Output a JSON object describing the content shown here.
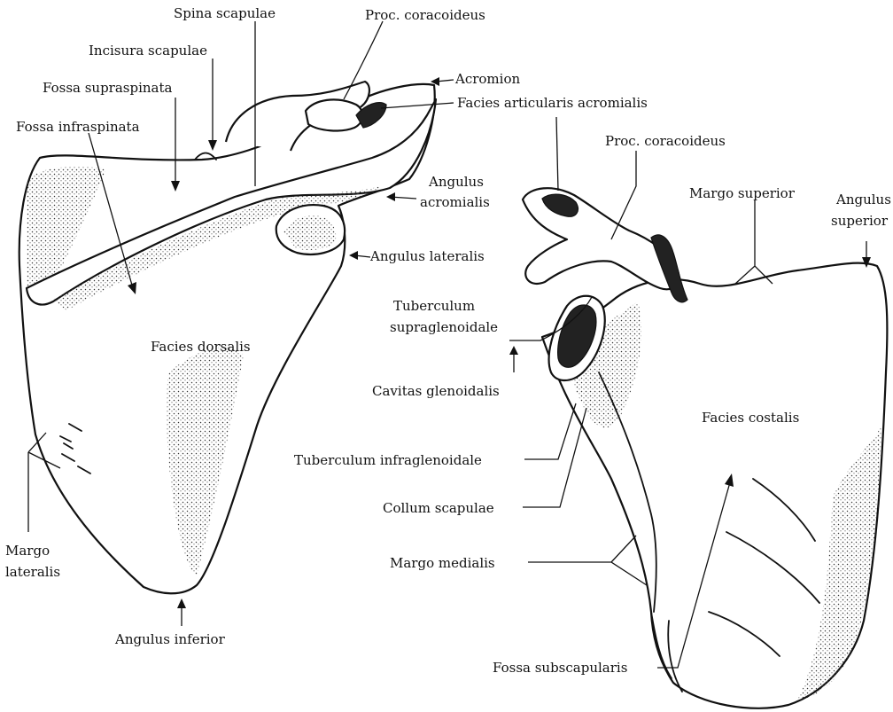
{
  "labels": {
    "spina_scapulae": "Spina scapulae",
    "proc_coracoideus_left": "Proc. coracoideus",
    "incisura_scapulae": "Incisura scapulae",
    "acromion": "Acromion",
    "fossa_supraspinata": "Fossa supraspinata",
    "facies_articularis_acromialis": "Facies articularis acromialis",
    "fossa_infraspinata": "Fossa infraspinata",
    "proc_coracoideus_right": "Proc. coracoideus",
    "angulus_acromialis_1": "Angulus",
    "angulus_acromialis_2": "acromialis",
    "margo_superior": "Margo superior",
    "angulus_superior_1": "Angulus",
    "angulus_superior_2": "superior",
    "angulus_lateralis": "Angulus lateralis",
    "tuberculum_supraglenoidale_1": "Tuberculum",
    "tuberculum_supraglenoidale_2": "supraglenoidale",
    "facies_dorsalis": "Facies dorsalis",
    "cavitas_glenoidalis": "Cavitas glenoidalis",
    "facies_costalis": "Facies costalis",
    "tuberculum_infraglenoidale": "Tuberculum infraglenoidale",
    "margo_lateralis_1": "Margo",
    "margo_lateralis_2": "lateralis",
    "collum_scapulae": "Collum scapulae",
    "margo_medialis": "Margo medialis",
    "angulus_inferior": "Angulus inferior",
    "fossa_subscapularis": "Fossa subscapularis"
  },
  "colors": {
    "ink": "#111111",
    "paper": "#ffffff",
    "stipple": "#d9d9d9"
  }
}
